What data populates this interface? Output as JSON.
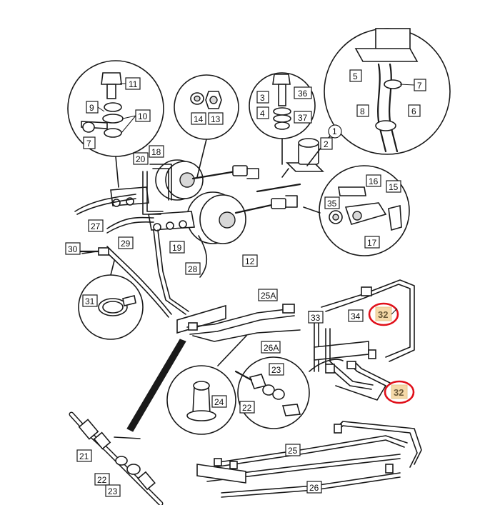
{
  "labels": {
    "l1": "1",
    "l2": "2",
    "l3": "3",
    "l4": "4",
    "l5": "5",
    "l6": "6",
    "l7": "7",
    "l7b": "7",
    "l8": "8",
    "l9": "9",
    "l10": "10",
    "l11": "11",
    "l12": "12",
    "l13": "13",
    "l14": "14",
    "l15": "15",
    "l16": "16",
    "l17": "17",
    "l18": "18",
    "l19": "19",
    "l20": "20",
    "l21": "21",
    "l22": "22",
    "l22b": "22",
    "l23": "23",
    "l23b": "23",
    "l24": "24",
    "l25": "25",
    "l25a": "25A",
    "l26": "26",
    "l26a": "26A",
    "l27": "27",
    "l28": "28",
    "l29": "29",
    "l30": "30",
    "l31": "31",
    "l33": "33",
    "l34": "34",
    "l35": "35",
    "l36": "36",
    "l37": "37",
    "l32a": "32",
    "l32b": "32"
  },
  "colors": {
    "highlight_ring": "#e0101a",
    "highlight_fill": "#f5d9a8",
    "ink": "#1a1a1a"
  }
}
